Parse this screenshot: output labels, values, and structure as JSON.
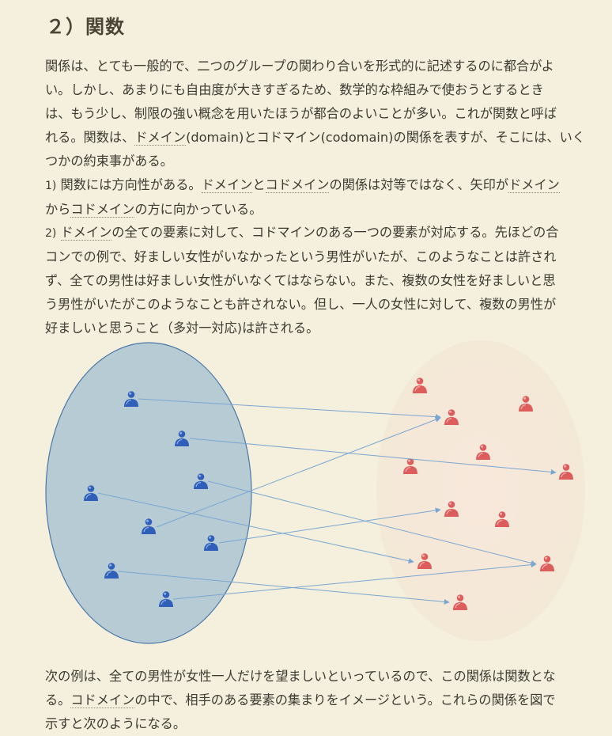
{
  "section": {
    "title": "２）関数"
  },
  "intro": {
    "l1": "関係は、とても一般的で、二つのグループの関わり合いを形式的に記述するのに都合がよ",
    "l2": "い。しかし、あまりにも自由度が大きすぎるため、数学的な枠組みで使おうとするとき",
    "l3": "は、もう少し、制限の強い概念を用いたほうが都合のよいことが多い。これが関数と呼ば",
    "l4_a": "れる。関数は、",
    "l4_term": "ドメイン",
    "l4_b": "(domain)とコドマイン(codomain)の関係を表すが、そこには、いく",
    "l5": "つかの約束事がある。"
  },
  "rule1": {
    "num": "1)",
    "a": " 関数には方向性がある。",
    "t1": "ドメイン",
    "b": "と",
    "t2": "コドメイン",
    "c": "の関係は対等ではなく、矢印が",
    "t3": "ドメイン",
    "l2_a": "から",
    "l2_term": "コドメイン",
    "l2_b": "の方に向かっている。"
  },
  "rule2": {
    "num": "2)",
    "a": " ",
    "t1": "ドメイン",
    "b": "の全ての要素に対して、コドマインのある一つの要素が対応する。先ほどの合",
    "l2": "コンでの例で、好ましい女性がいなかったという男性がいたが、このようなことは許され",
    "l3": "ず、全ての男性は好ましい女性がいなくてはならない。また、複数の女性を好ましいと思",
    "l4": "う男性がいたがこのようなことも許されない。但し、一人の女性に対して、複数の男性が",
    "l5": "好ましいと思うこと（多対一対応)は許される。"
  },
  "diagram": {
    "colors": {
      "domain_fill": "#b7cbd4",
      "domain_stroke": "#4c78a8",
      "codomain_fill": "#f6e5d8",
      "male": "#2f5fb8",
      "female": "#e06464",
      "arrow": "#7aa6d2"
    },
    "domain_icon": "male-person-icon",
    "codomain_icon": "female-person-icon"
  },
  "outro": {
    "l1": "次の例は、全ての男性が女性一人だけを望ましいといっているので、この関係は関数とな",
    "l2_a": "る。",
    "l2_term": "コドメイン",
    "l2_b": "の中で、相手のある要素の集まりをイメージという。これらの関係を図で",
    "l3": "示すと次のようになる。"
  }
}
